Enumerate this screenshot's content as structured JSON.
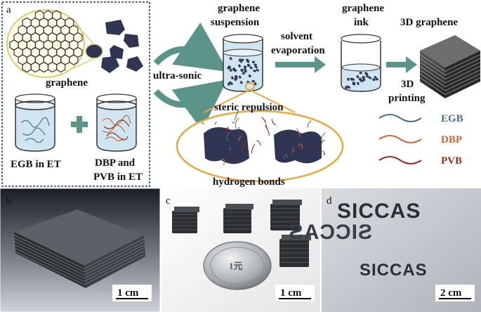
{
  "panels": {
    "a": {
      "letter": "a",
      "graphene": "graphene",
      "egb_in_et": "EGB in ET",
      "dbp_pvb_line1": "DBP and",
      "dbp_pvb_line2": "PVB in ET",
      "ultrasonic": "ultra-sonic",
      "suspension_line1": "graphene",
      "suspension_line2": "suspension",
      "solvent_line1": "solvent",
      "solvent_line2": "evaporation",
      "ink_line1": "graphene",
      "ink_line2": "ink",
      "printing_line1": "3D",
      "printing_line2": "printing",
      "product": "3D graphene",
      "steric": "steric repulsion",
      "hbonds": "hydrogen bonds",
      "legend": [
        {
          "name": "EGB",
          "color": "#4a6d8c"
        },
        {
          "name": "DBP",
          "color": "#c7683a"
        },
        {
          "name": "PVB",
          "color": "#9a2a1e"
        }
      ]
    },
    "b": {
      "letter": "b",
      "scale": "1 cm"
    },
    "c": {
      "letter": "c",
      "scale": "1 cm",
      "coin_text": "1元"
    },
    "d": {
      "letter": "d",
      "scale": "2 cm",
      "words": [
        "SICCAS",
        "SICCAS",
        "SICCAS"
      ]
    }
  },
  "colors": {
    "arrow": "#5b9588",
    "beaker_liquid": "#cfe6f2",
    "flake": "#2f3552",
    "ellipse": "#e9a83c",
    "frame": "#1f3a6b"
  }
}
